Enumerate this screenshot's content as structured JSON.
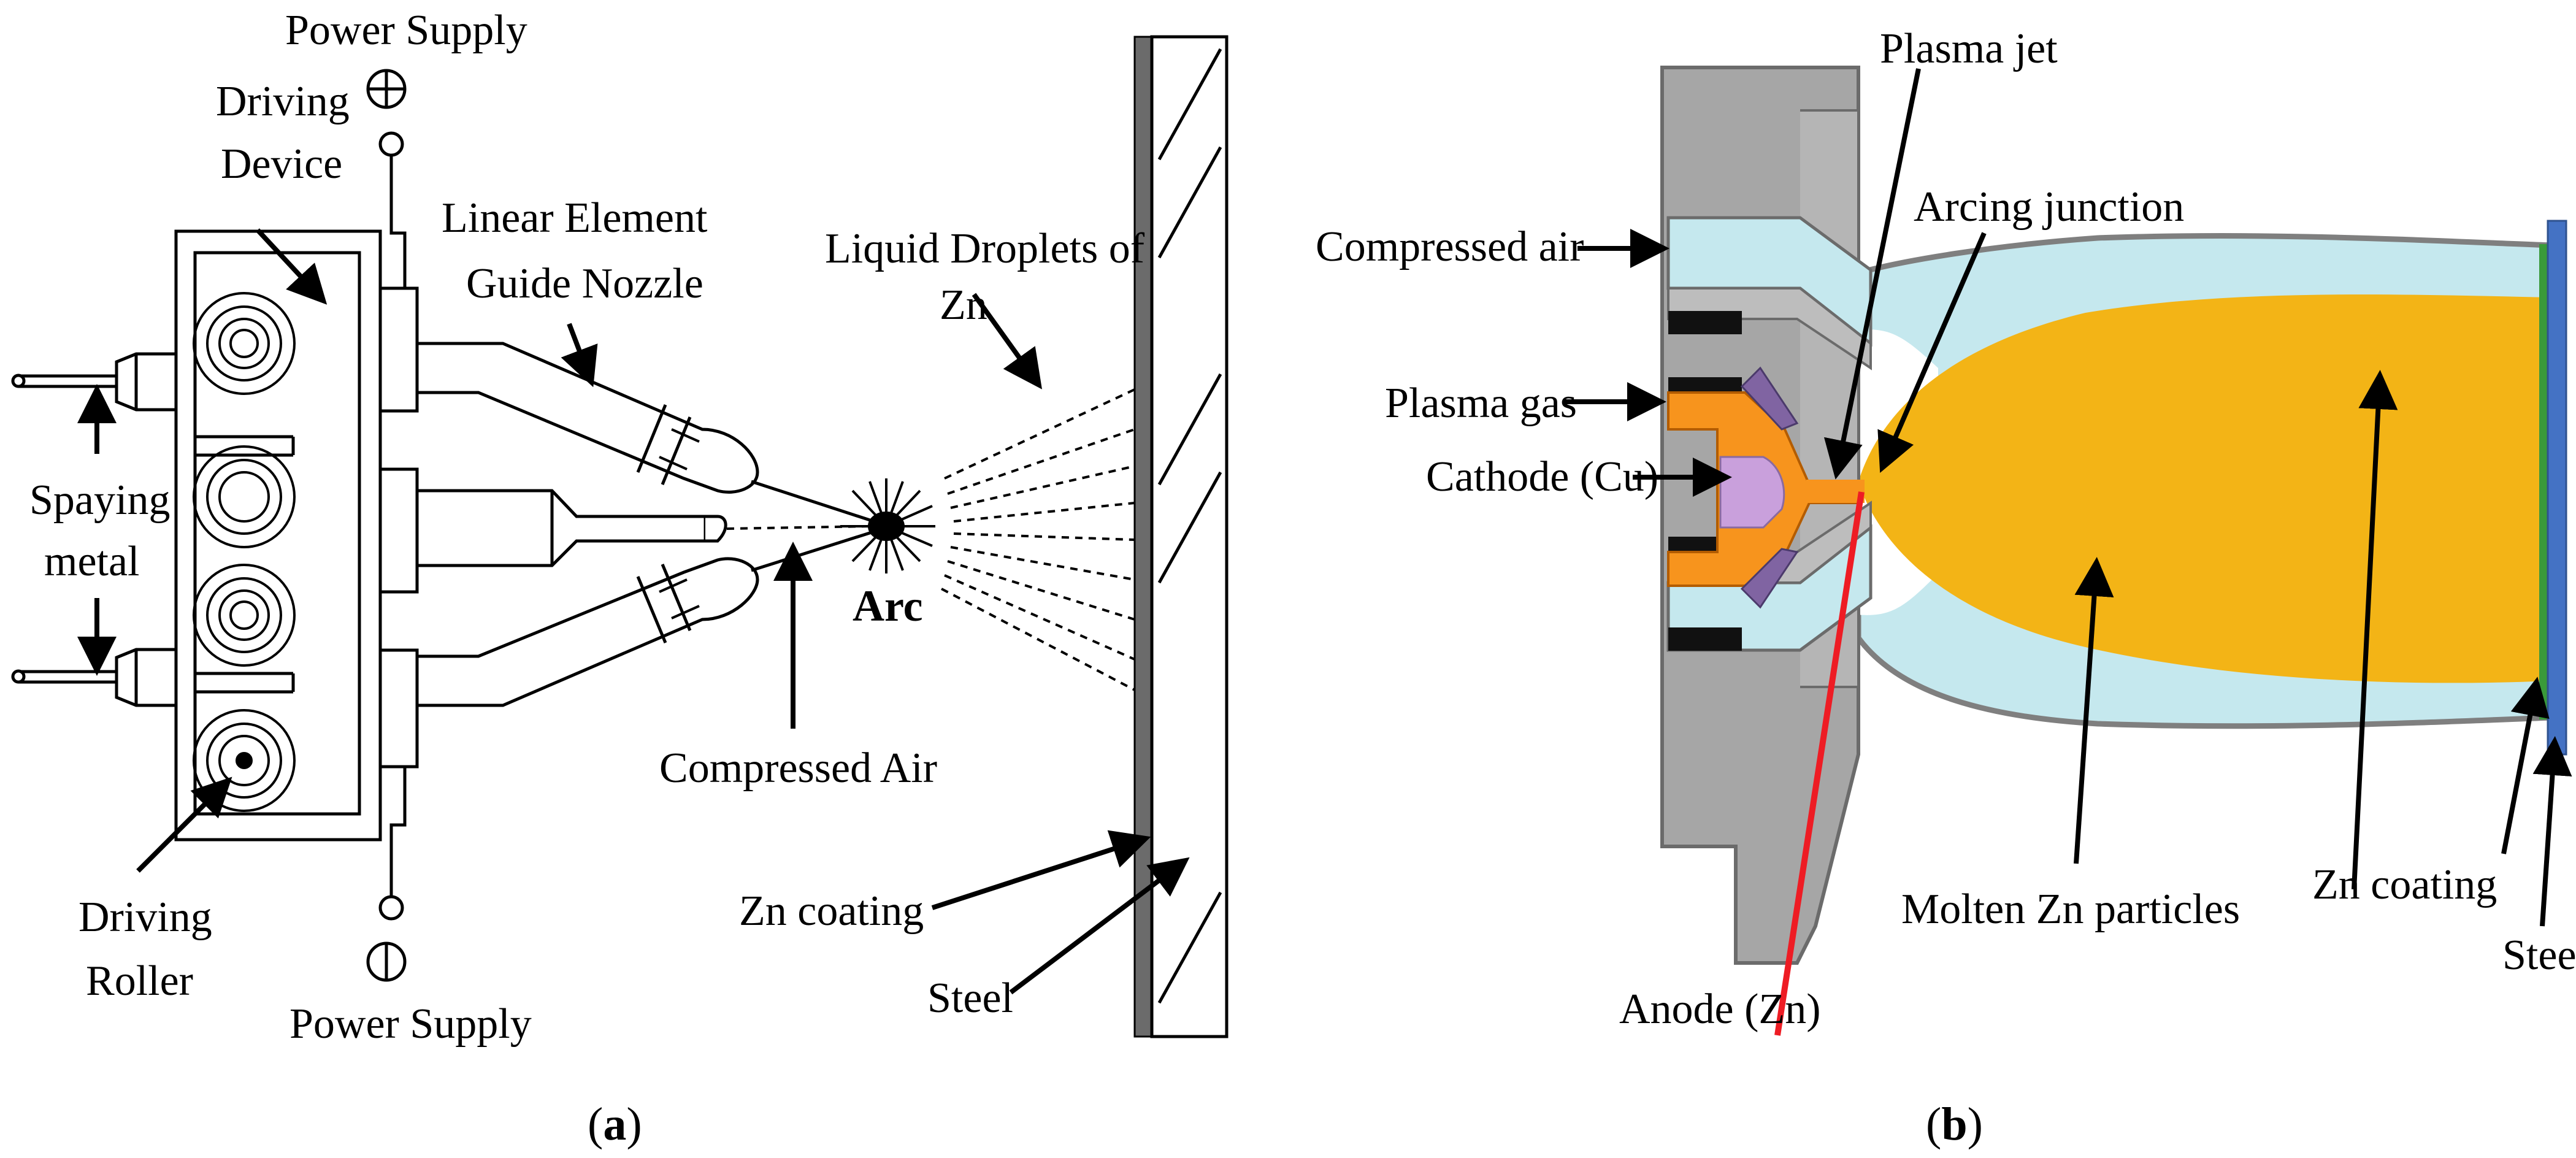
{
  "panel_a": {
    "caption_open": "(",
    "caption_letter": "a",
    "caption_close": ")",
    "labels": {
      "power_supply_top": "Power Supply",
      "power_supply_bottom": "Power Supply",
      "driving_device_line1": "Driving",
      "driving_device_line2": "Device",
      "linear_element_line1": "Linear Element",
      "linear_element_line2": "Guide Nozzle",
      "liquid_droplets_line1": "Liquid Droplets of",
      "liquid_droplets_line2": "Zn",
      "spraying_metal_line1": "Spaying",
      "spraying_metal_line2": "metal",
      "arc": "Arc",
      "compressed_air": "Compressed Air",
      "driving_roller_line1": "Driving",
      "driving_roller_line2": "Roller",
      "zn_coating": "Zn coating",
      "steel": "Steel"
    }
  },
  "panel_b": {
    "caption_open": "(",
    "caption_letter": "b",
    "caption_close": ")",
    "labels": {
      "plasma_jet": "Plasma jet",
      "arcing_junction": "Arcing junction",
      "compressed_air": "Compressed air",
      "plasma_gas": "Plasma gas",
      "cathode": "Cathode (Cu)",
      "anode": "Anode (Zn)",
      "molten_zn": "Molten Zn particles",
      "zn_coating": "Zn coating",
      "steel": "Steel"
    },
    "colors": {
      "compressed_air": "#c5e8ee",
      "plasma_gas": "#f7941d",
      "cathode": "#c9a0dc",
      "molten_zn": "#f3b416",
      "anode_line": "#ee1c24",
      "steel": "#4472c4",
      "zn_coating": "#3a9a3a",
      "torch_body": "#a6a6a6"
    }
  }
}
